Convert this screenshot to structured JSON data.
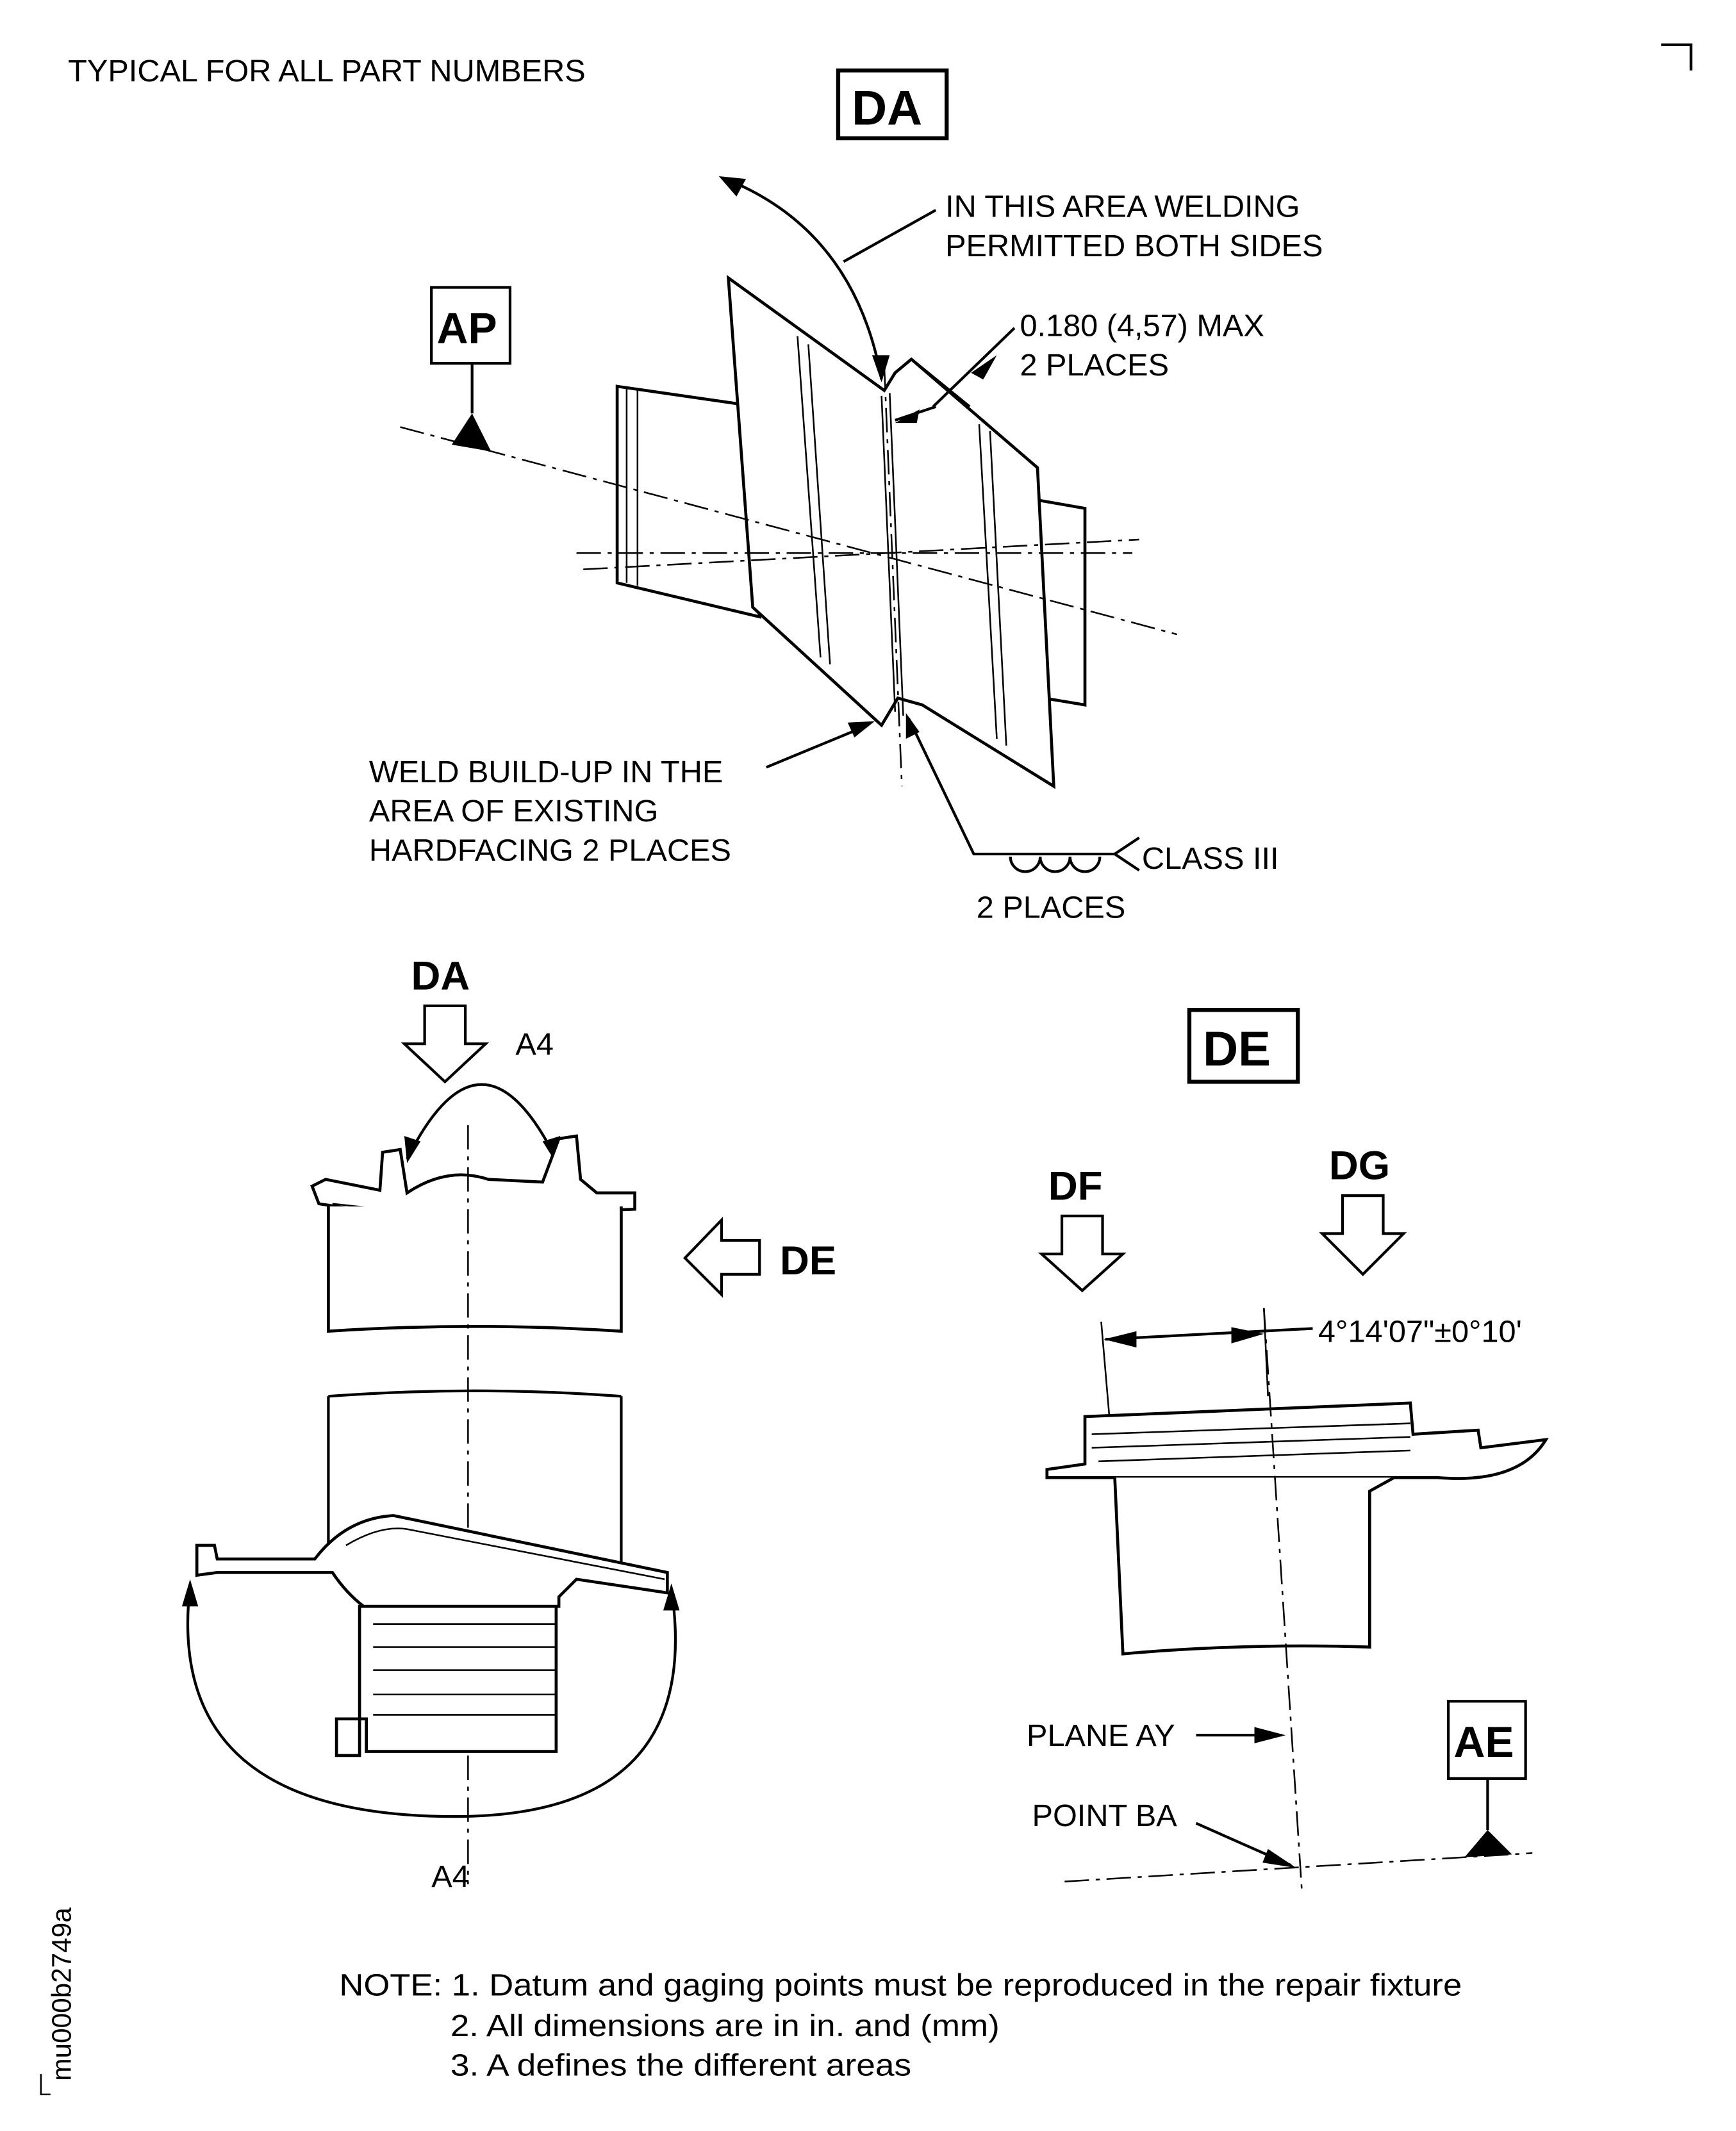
{
  "header": {
    "title": "TYPICAL FOR ALL PART NUMBERS"
  },
  "view_da": {
    "label": "DA",
    "datum_ap": "AP",
    "note_weld_area": [
      "IN THIS AREA WELDING",
      "PERMITTED BOTH SIDES"
    ],
    "note_max": [
      "0.180 (4,57) MAX",
      "2 PLACES"
    ],
    "note_buildup": [
      "WELD BUILD-UP IN THE",
      "AREA OF EXISTING",
      "HARDFACING 2 PLACES"
    ],
    "weld_class": "CLASS III",
    "weld_places": "2 PLACES"
  },
  "view_main": {
    "arrow_da": "DA",
    "arrow_de": "DE",
    "section_top": "A4",
    "section_bottom": "A4"
  },
  "view_de": {
    "label": "DE",
    "arrow_df": "DF",
    "arrow_dg": "DG",
    "angle": "4°14'07\"±0°10'",
    "plane": "PLANE AY",
    "point": "POINT BA",
    "datum_ae": "AE"
  },
  "notes": {
    "line1": "NOTE: 1. Datum and gaging points must be reproduced in the repair fixture",
    "line2": "2. All dimensions are in in. and (mm)",
    "line3": "3. A defines the different areas"
  },
  "figure_id": "mu000b2749a"
}
